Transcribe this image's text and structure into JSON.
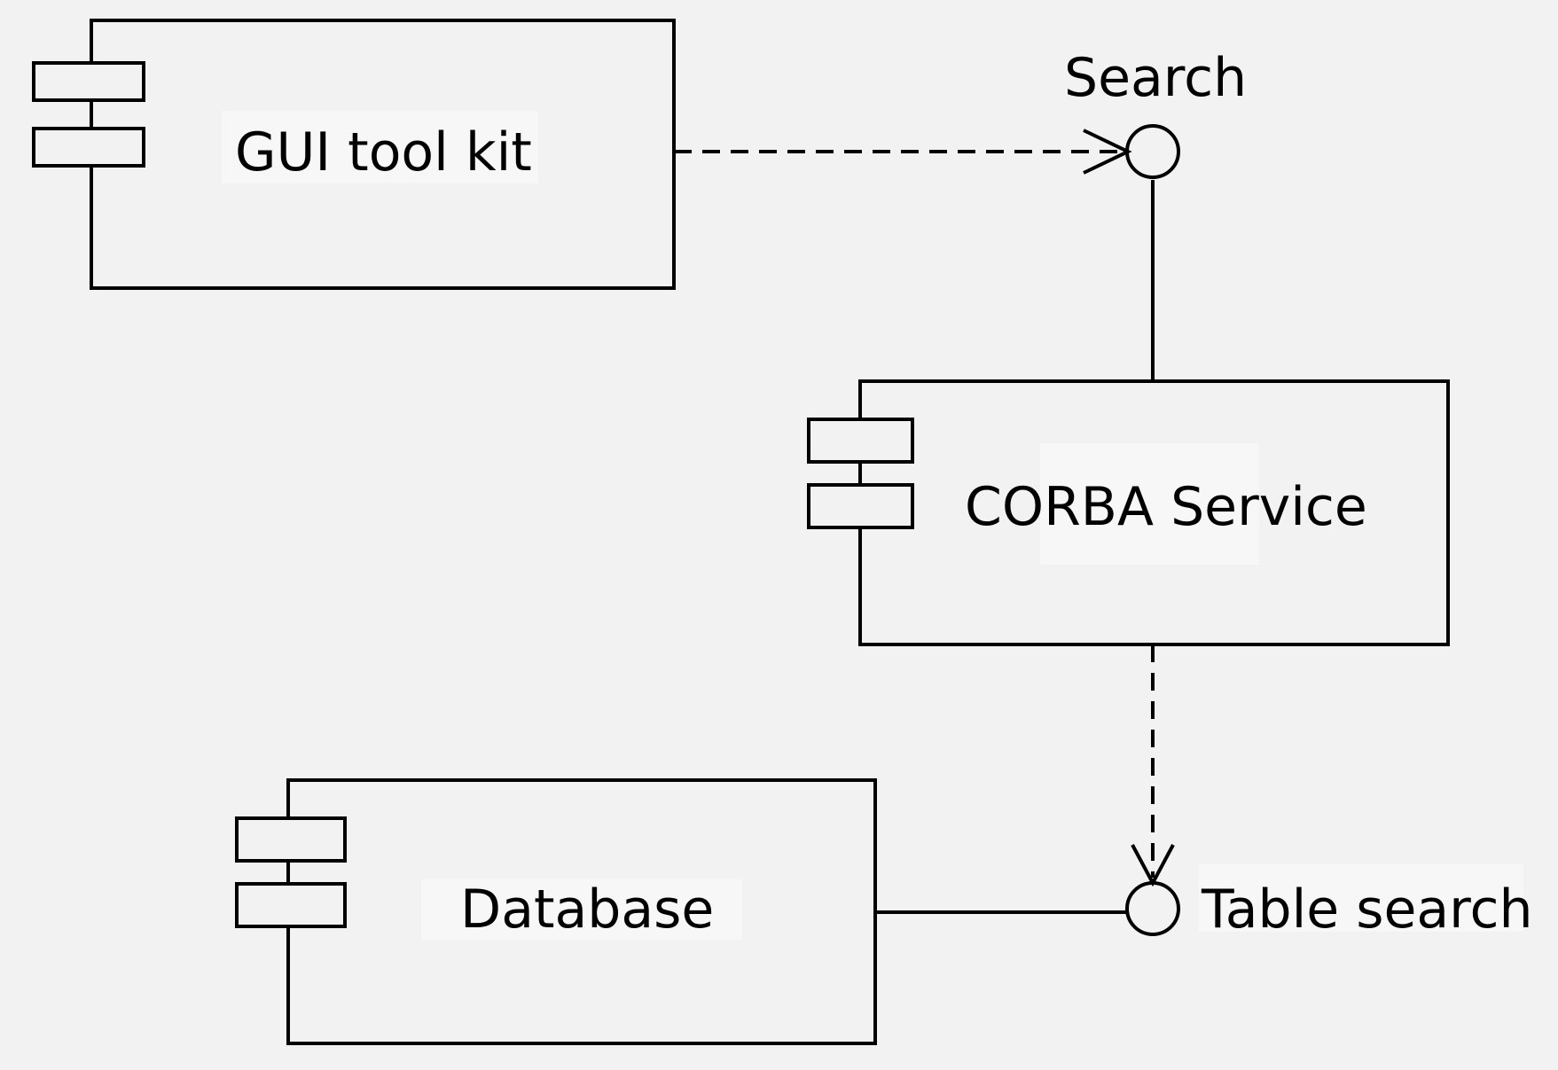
{
  "diagram": {
    "components": [
      {
        "id": "gui",
        "label": "GUI tool kit"
      },
      {
        "id": "corba",
        "label": "CORBA Service"
      },
      {
        "id": "db",
        "label": "Database"
      }
    ],
    "interfaces": [
      {
        "id": "search",
        "label": "Search"
      },
      {
        "id": "table_search",
        "label": "Table search"
      }
    ]
  }
}
